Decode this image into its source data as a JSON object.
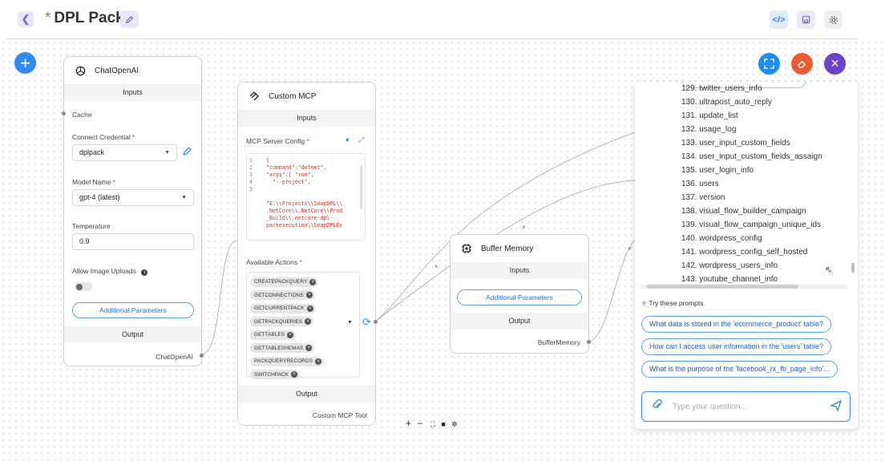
{
  "header": {
    "back_icon": "chevron-left-icon",
    "unsaved_mark": "*",
    "title": "DPL Pack",
    "code_label": "</>",
    "colors": {
      "accent": "#6b5bd6",
      "blue": "#2f8cf0",
      "danger": "#ee5a36",
      "purple": "#6c43c8"
    }
  },
  "chatopenai": {
    "title": "ChatOpenAI",
    "inputs_label": "Inputs",
    "cache_label": "Cache",
    "credential_label": "Connect Credential",
    "credential_value": "dplpack",
    "model_label": "Model Name",
    "model_value": "gpt-4 (latest)",
    "temperature_label": "Temperature",
    "temperature_value": "0.9",
    "image_uploads_label": "Allow Image Uploads",
    "additional_params": "Additional Parameters",
    "output_label": "Output",
    "output_name": "ChatOpenAI"
  },
  "mcp": {
    "title": "Custom MCP",
    "inputs_label": "Inputs",
    "config_label": "MCP Server Config",
    "code_lines": [
      {
        "n": "1",
        "text": "{"
      },
      {
        "n": "2",
        "text": "\"command\":\"dotnet\","
      },
      {
        "n": "3",
        "text": "\"args\":[ \"run\","
      },
      {
        "n": "4",
        "text": "  \"--project\","
      },
      {
        "n": "5",
        "text": ""
      },
      {
        "n": "",
        "text": ""
      },
      {
        "n": "",
        "text": "\"E:\\\\Projects\\\\SnapDPL\\\\"
      },
      {
        "n": "",
        "text": ".NetCore\\\\.NetCore\\\\Prod"
      },
      {
        "n": "",
        "text": "_Build\\\\.netcore-dpl-"
      },
      {
        "n": "",
        "text": "packexecution\\\\SnapDPLEx"
      }
    ],
    "actions_label": "Available Actions",
    "actions": [
      "CREATEPACKQUERY",
      "GETCONNECTIONS",
      "GETCURRENTPACK",
      "GETPACKQUERIES",
      "GETTABLES",
      "GETTABLESHEMAS",
      "PACKQUERYRECORDS",
      "SWITCHPACK"
    ],
    "output_label": "Output",
    "output_name": "Custom MCP Tool"
  },
  "buffer": {
    "title": "Buffer Memory",
    "inputs_label": "Inputs",
    "additional_params": "Additional Parameters",
    "output_label": "Output",
    "output_name": "BufferMemory"
  },
  "chat": {
    "tables": [
      "129. twitter_users_info",
      "130. ultrapost_auto_reply",
      "131. update_list",
      "132. usage_log",
      "133. user_input_custom_fields",
      "134. user_input_custom_fields_assaign",
      "135. user_login_info",
      "136. users",
      "137. version",
      "138. visual_flow_builder_campaign",
      "139. visual_flow_campaign_unique_ids",
      "140. wordpress_config",
      "141. wordpress_config_self_hosted",
      "142. wordpress_users_info",
      "143. youtube_channel_info"
    ],
    "prompts_label": "Try these prompts",
    "prompts": [
      "What data is stored in the 'ecommerce_product' table?",
      "How can I access user information in the 'users' table?",
      "What is the purpose of the 'facebook_rx_fb_page_info'..."
    ],
    "input_placeholder": "Type your question..."
  },
  "controls": [
    "+",
    "−"
  ]
}
